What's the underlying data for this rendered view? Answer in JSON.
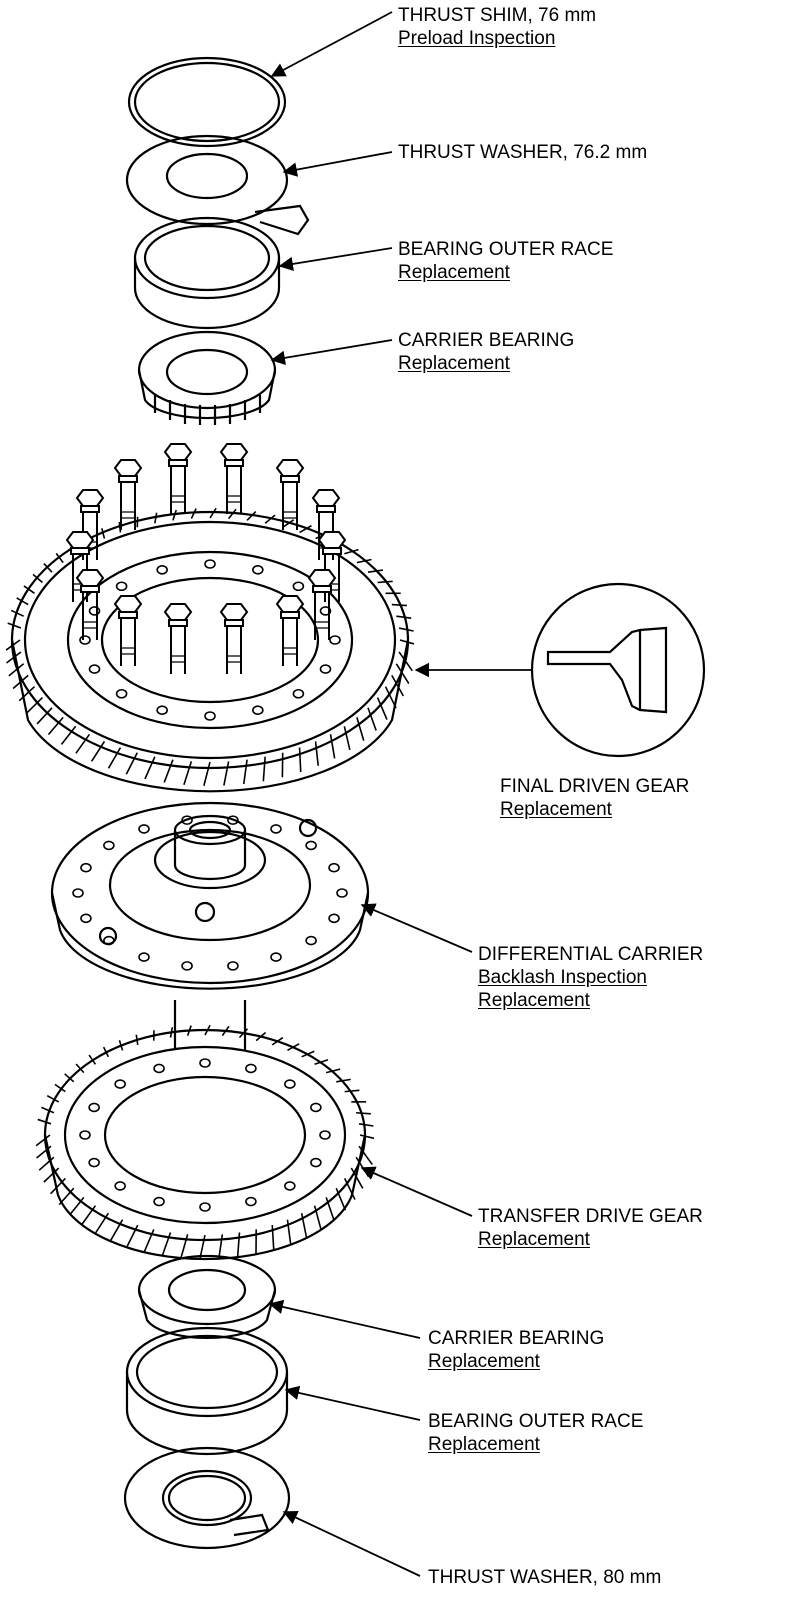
{
  "labels": {
    "thrust_shim_76": {
      "title": "THRUST SHIM, 76 mm",
      "sub": [
        "Preload Inspection"
      ]
    },
    "thrust_washer_76_2": {
      "title": "THRUST WASHER, 76.2 mm",
      "sub": []
    },
    "bearing_outer_race_top": {
      "title": "BEARING OUTER RACE",
      "sub": [
        "Replacement"
      ]
    },
    "carrier_bearing_top": {
      "title": "CARRIER BEARING",
      "sub": [
        "Replacement"
      ]
    },
    "final_driven_gear": {
      "title": "FINAL DRIVEN GEAR",
      "sub": [
        "Replacement"
      ]
    },
    "differential_carrier": {
      "title": "DIFFERENTIAL CARRIER",
      "sub": [
        "Backlash Inspection",
        "Replacement"
      ]
    },
    "transfer_drive_gear": {
      "title": "TRANSFER DRIVE GEAR",
      "sub": [
        "Replacement"
      ]
    },
    "carrier_bearing_bottom": {
      "title": "CARRIER BEARING",
      "sub": [
        "Replacement"
      ]
    },
    "bearing_outer_race_bottom": {
      "title": "BEARING OUTER RACE",
      "sub": [
        "Replacement"
      ]
    },
    "thrust_washer_80": {
      "title": "THRUST WASHER, 80 mm",
      "sub": []
    }
  },
  "colors": {
    "line": "#000000",
    "background": "#ffffff"
  }
}
